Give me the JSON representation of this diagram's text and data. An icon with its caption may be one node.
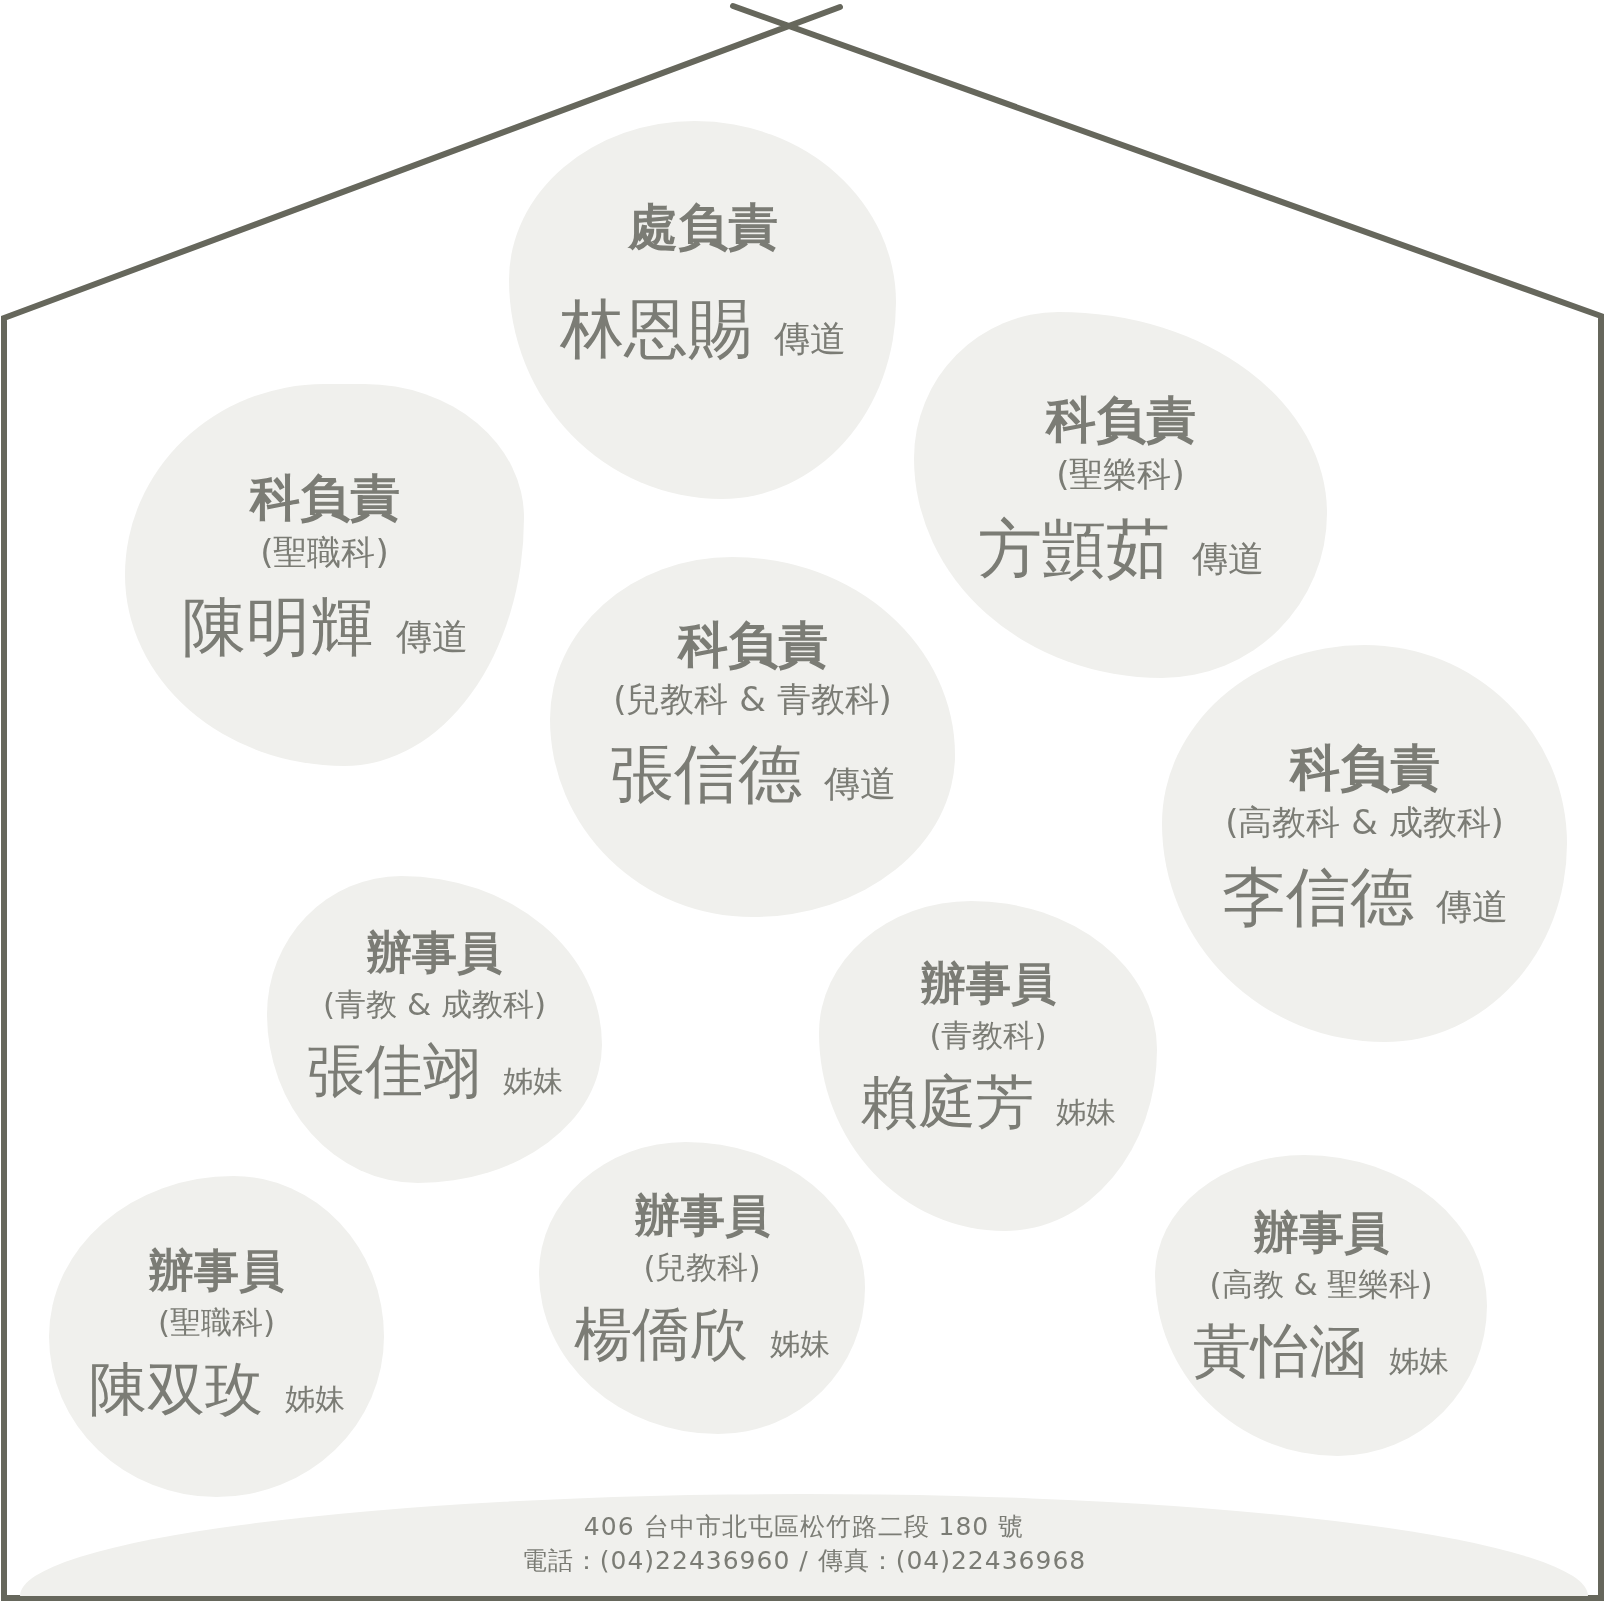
{
  "diagram": {
    "nodes": [
      {
        "text": [
          "處負責",
          "林恩賜",
          "傳道"
        ]
      },
      {
        "text": [
          "科負責",
          "(聖職科)",
          "陳明輝",
          "傳道"
        ]
      },
      {
        "text": [
          "科負責",
          "(聖樂科)",
          "方顗茹",
          "傳道"
        ]
      },
      {
        "text": [
          "科負責",
          "(兒教科 & 青教科)",
          "張信德",
          "傳道"
        ]
      },
      {
        "text": [
          "科負責",
          "(高教科 & 成教科)",
          "李信德",
          "傳道"
        ]
      },
      {
        "text": [
          "辦事員",
          "(青教 & 成教科)",
          "張佳翊",
          "姊妹"
        ]
      },
      {
        "text": [
          "辦事員",
          "(青教科)",
          "賴庭芳",
          "姊妹"
        ]
      },
      {
        "text": [
          "辦事員",
          "(聖職科)",
          "陳双玫",
          "姊妹"
        ]
      },
      {
        "text": [
          "辦事員",
          "(兒教科)",
          "楊僑欣",
          "姊妹"
        ]
      },
      {
        "text": [
          "辦事員",
          "(高教 & 聖樂科)",
          "黃怡涵",
          "姊妹"
        ]
      },
      {
        "text": [
          "406 台中市北屯區松竹路二段 180 號",
          "電話：(04)22436960 / 傳真：(04)22436968"
        ]
      }
    ]
  }
}
